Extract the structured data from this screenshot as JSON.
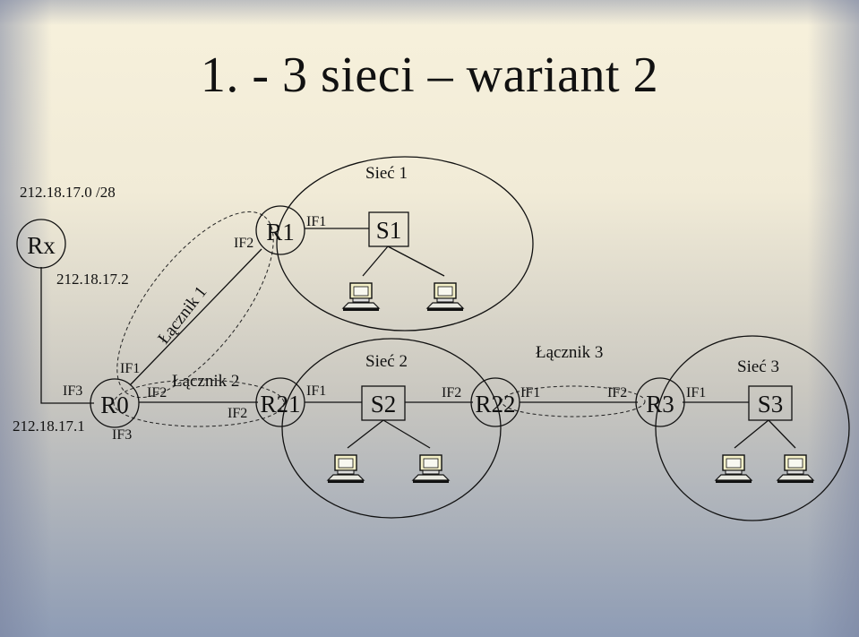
{
  "title": "1. - 3 sieci – wariant 2",
  "networks": [
    {
      "id": "net1",
      "label": "Sieć 1"
    },
    {
      "id": "net2",
      "label": "Sieć 2"
    },
    {
      "id": "net3",
      "label": "Sieć 3"
    }
  ],
  "routers": {
    "rx": "Rx",
    "r0": "R0",
    "r1": "R1",
    "r21": "R21",
    "r22": "R22",
    "r3": "R3"
  },
  "switches": {
    "s1": "S1",
    "s2": "S2",
    "s3": "S3"
  },
  "links": {
    "l1": "Łącznik 1",
    "l2": "Łącznik 2",
    "l3": "Łącznik 3"
  },
  "addresses": {
    "network": "212.18.17.0 /28",
    "rx_ip": "212.18.17.2",
    "r0_ip": "212.18.17.1"
  },
  "interfaces": {
    "r0_if1": "IF1",
    "r0_if2": "IF2",
    "r0_if3_left": "IF3",
    "r0_if3_bottom": "IF3",
    "r1_if1": "IF1",
    "r1_if2": "IF2",
    "r21_if1": "IF1",
    "r21_if2": "IF2",
    "r22_if2": "IF2",
    "r22_if1": "IF1",
    "r3_if2": "IF2",
    "r3_if1": "IF1"
  }
}
